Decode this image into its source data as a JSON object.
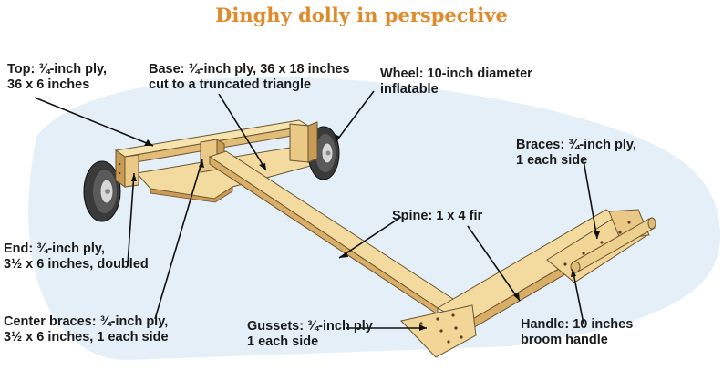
{
  "title": "Dinghy dolly in perspective",
  "labels": {
    "top": [
      "Top: ¾-inch ply,",
      "36 x 6 inches"
    ],
    "base": [
      "Base: ¾-inch ply, 36 x 18 inches",
      "cut to a truncated triangle"
    ],
    "wheel": [
      "Wheel: 10-inch diameter",
      "inflatable"
    ],
    "braces": [
      "Braces: ¾-inch ply,",
      "1 each side"
    ],
    "spine": [
      "Spine: 1 x 4 fir"
    ],
    "end": [
      "End: ¾-inch ply,",
      "3½ x 6 inches, doubled"
    ],
    "center_braces": [
      "Center braces: ¾-inch ply,",
      "3½ x 6 inches, 1 each side"
    ],
    "gussets": [
      "Gussets: ¾-inch ply",
      "1 each side"
    ],
    "handle": [
      "Handle: 10 inches",
      "broom handle"
    ]
  },
  "colors": {
    "title": "#e08a2b",
    "background_wash": "#e4eff8",
    "wood_light": "#f6e3ae",
    "wood_mid": "#e9c985",
    "wood_dark": "#c99b55",
    "tire": "#3a3a3a"
  }
}
